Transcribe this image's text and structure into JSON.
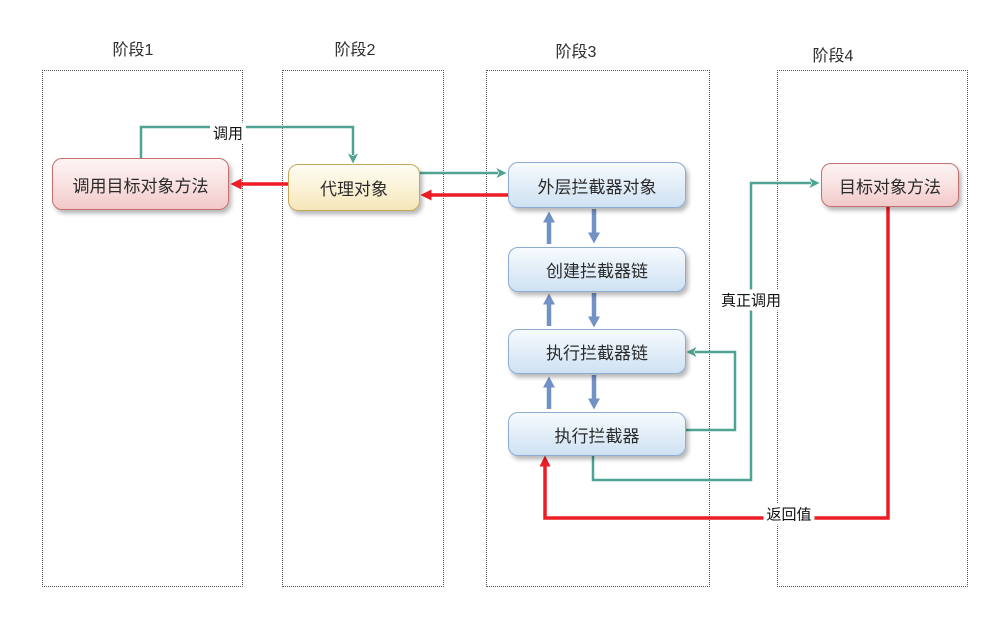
{
  "diagram": {
    "stages": [
      {
        "label": "阶段1"
      },
      {
        "label": "阶段2"
      },
      {
        "label": "阶段3"
      },
      {
        "label": "阶段4"
      }
    ],
    "nodes": {
      "caller": {
        "label": "调用目标对象方法"
      },
      "proxy": {
        "label": "代理对象"
      },
      "outer_interceptor": {
        "label": "外层拦截器对象"
      },
      "create_chain": {
        "label": "创建拦截器链"
      },
      "exec_chain": {
        "label": "执行拦截器链"
      },
      "exec_interceptor": {
        "label": "执行拦截器"
      },
      "target_method": {
        "label": "目标对象方法"
      }
    },
    "edge_labels": {
      "call": "调用",
      "real_call": "真正调用",
      "return_value": "返回值"
    },
    "colors": {
      "call_flow": "#4fa392",
      "return_flow": "#ee1c25",
      "chain_flow": "#7292c5"
    }
  }
}
